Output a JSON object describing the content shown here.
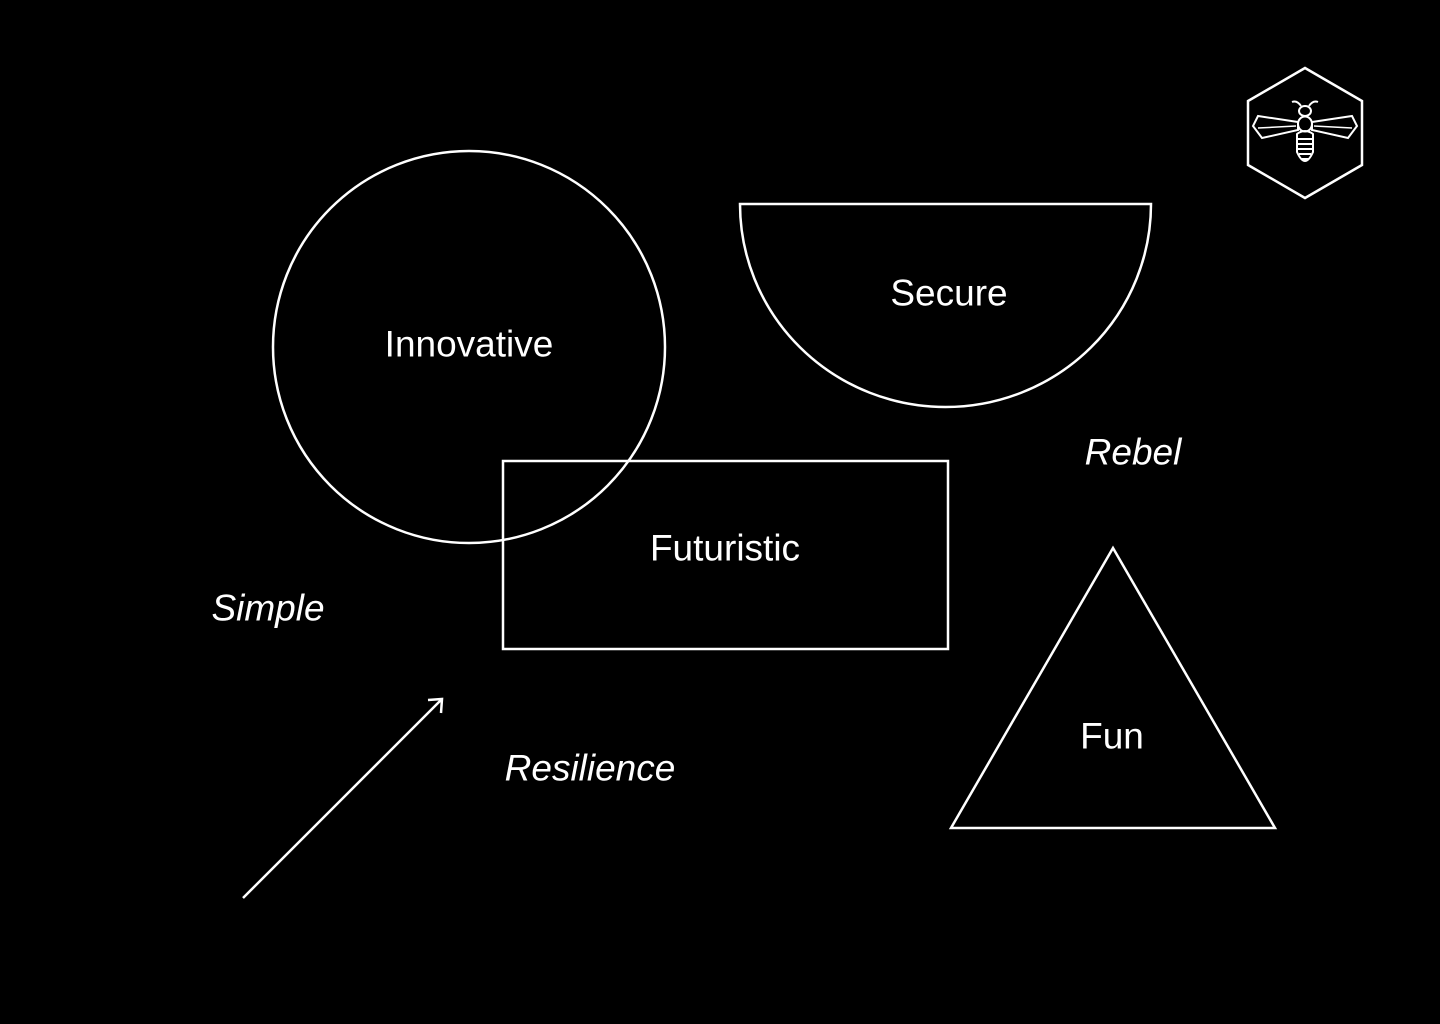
{
  "colors": {
    "background": "#000000",
    "foreground": "#ffffff"
  },
  "logo": {
    "icon": "bee-hexagon-icon"
  },
  "shapes": {
    "circle": {
      "label": "Innovative",
      "shape": "circle"
    },
    "half_circle": {
      "label": "Secure",
      "shape": "half-circle"
    },
    "rectangle": {
      "label": "Futuristic",
      "shape": "rectangle"
    },
    "triangle": {
      "label": "Fun",
      "shape": "triangle"
    }
  },
  "words": {
    "rebel": "Rebel",
    "simple": "Simple",
    "resilience": "Resilience"
  },
  "arrow": {
    "icon": "arrow-up-right-icon"
  }
}
